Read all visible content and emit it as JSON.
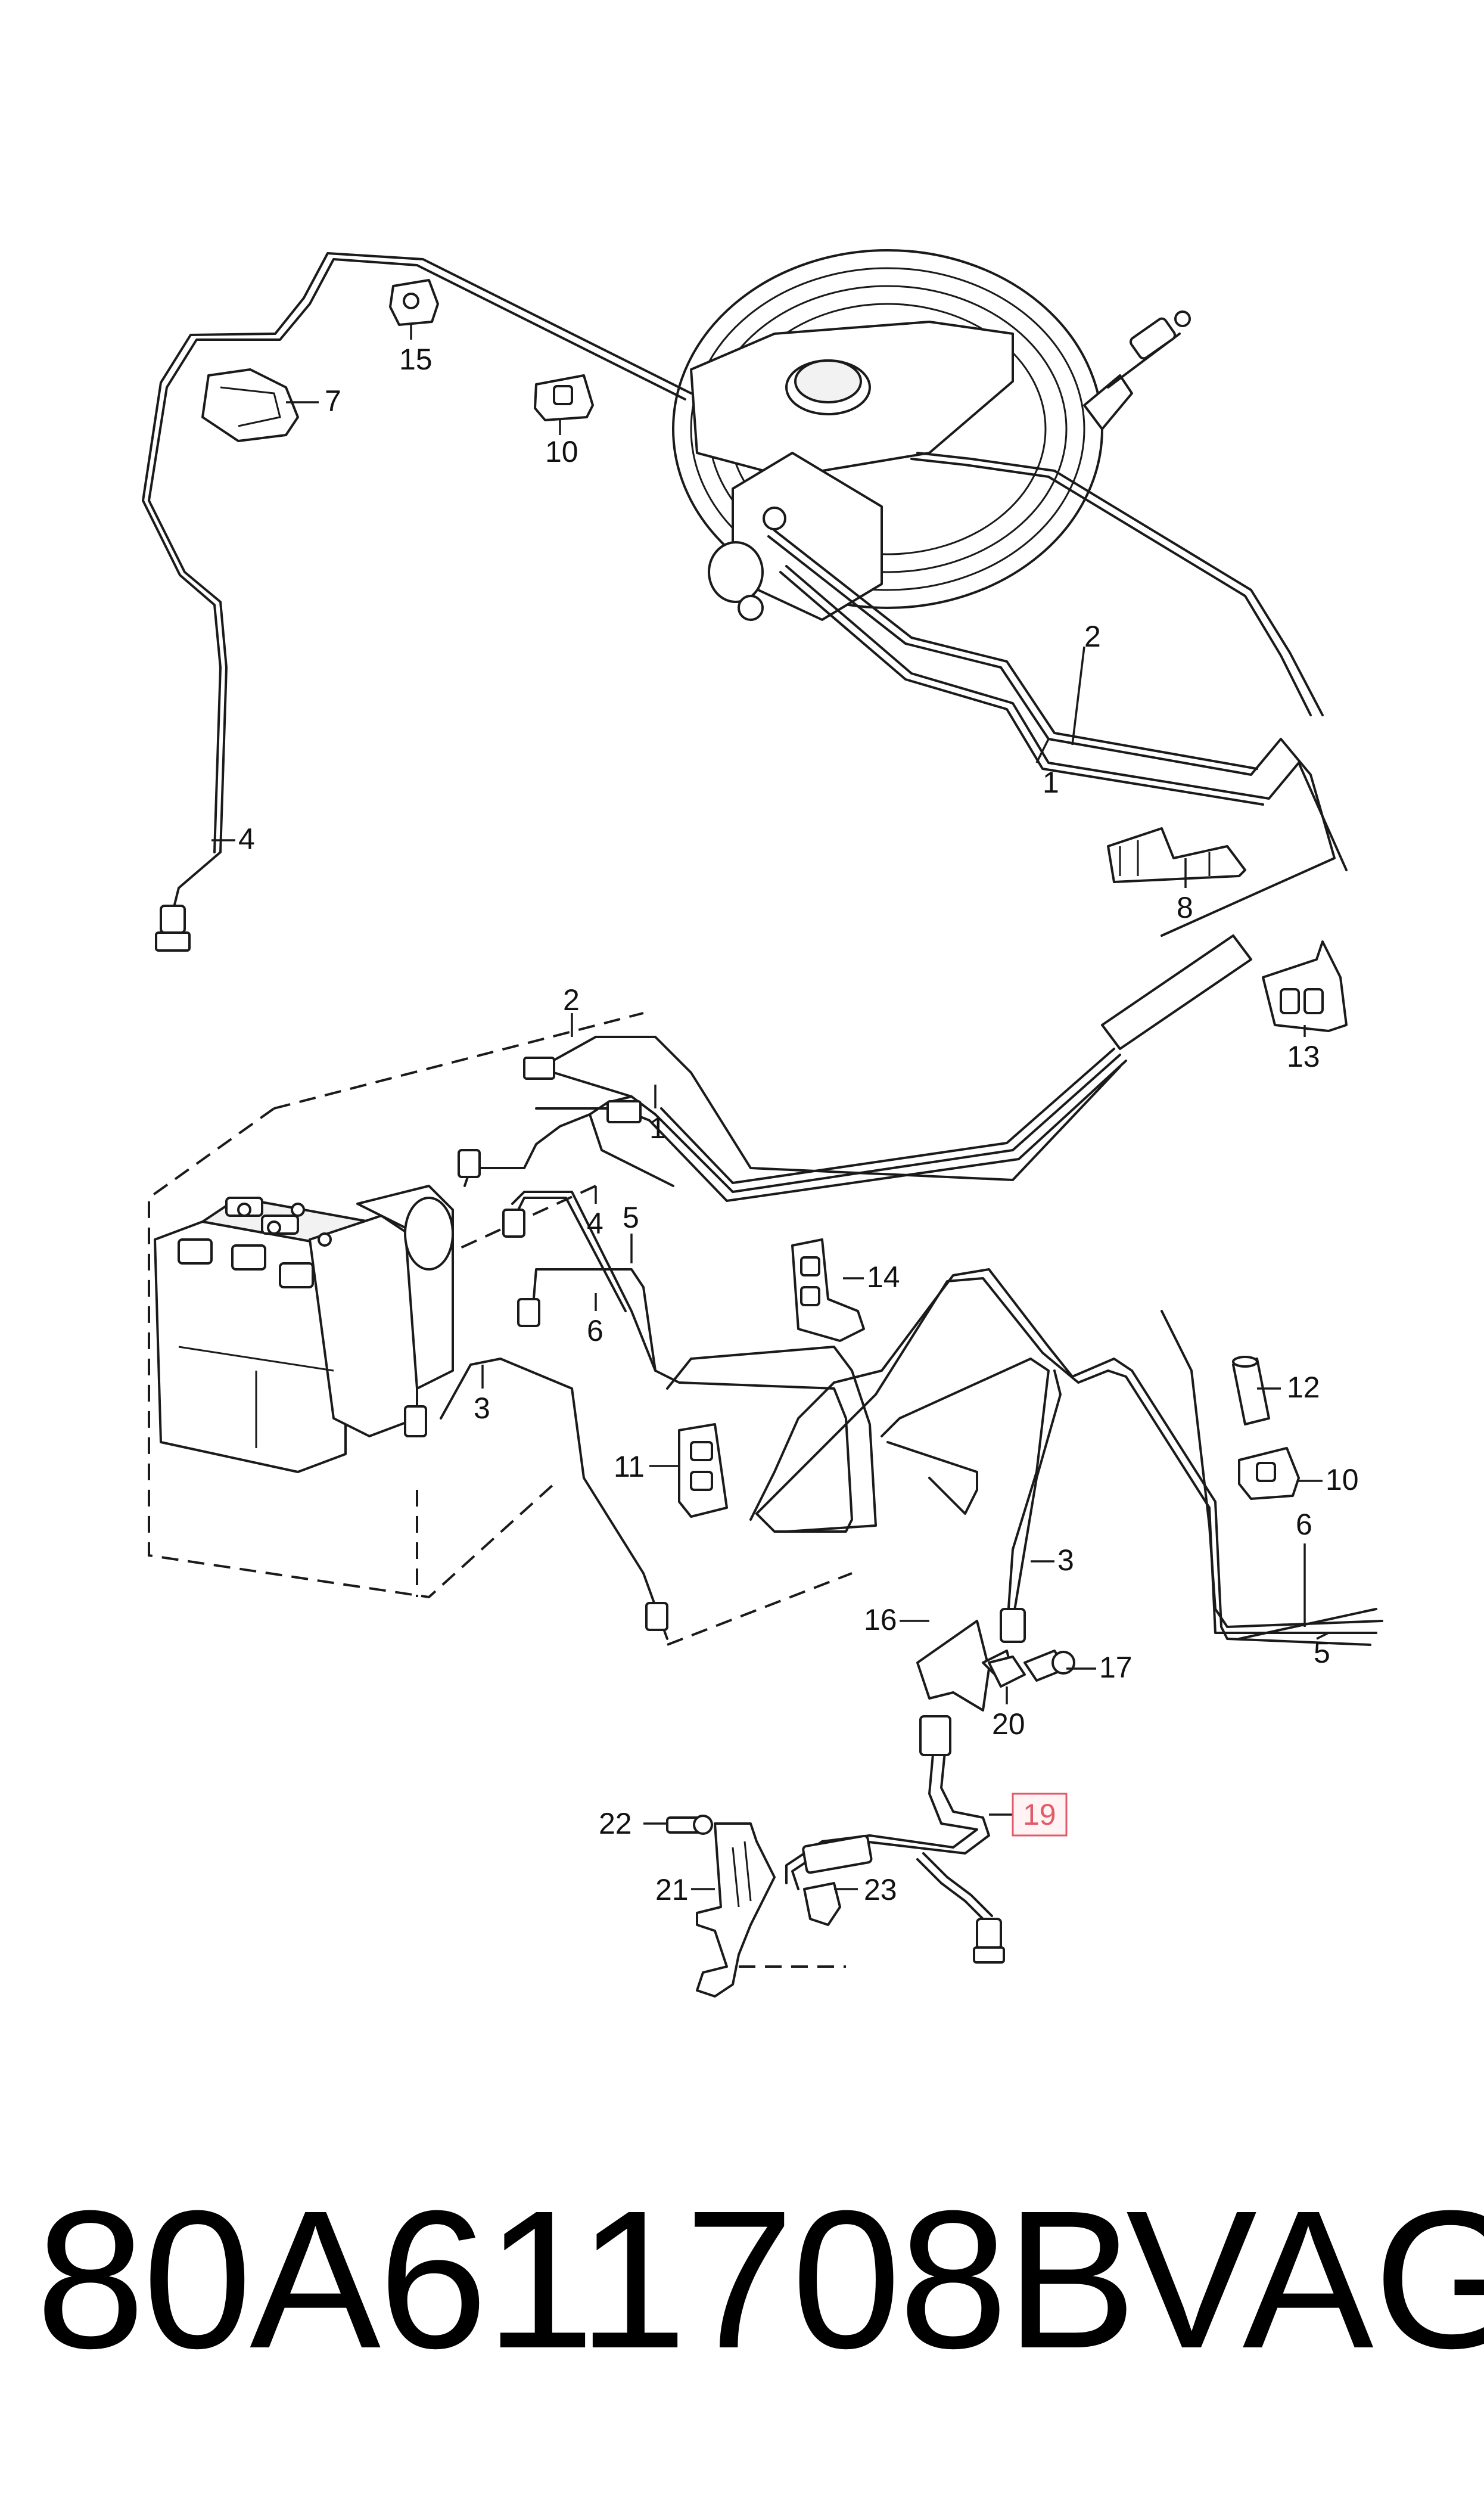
{
  "callouts": {
    "c1a": "1",
    "c1b": "1",
    "c2a": "2",
    "c2b": "2",
    "c3a": "3",
    "c3b": "3",
    "c4a": "4",
    "c4b": "4",
    "c5a": "5",
    "c5b": "5",
    "c6a": "6",
    "c6b": "6",
    "c7": "7",
    "c8": "8",
    "c10a": "10",
    "c10b": "10",
    "c11": "11",
    "c12": "12",
    "c13": "13",
    "c14": "14",
    "c15": "15",
    "c16": "16",
    "c17": "17",
    "c19": "19",
    "c20": "20",
    "c21": "21",
    "c22": "22",
    "c23": "23"
  },
  "highlight_color": "#e05a6a",
  "footer": {
    "part_number": "80A611708B",
    "brand": "VAG"
  }
}
